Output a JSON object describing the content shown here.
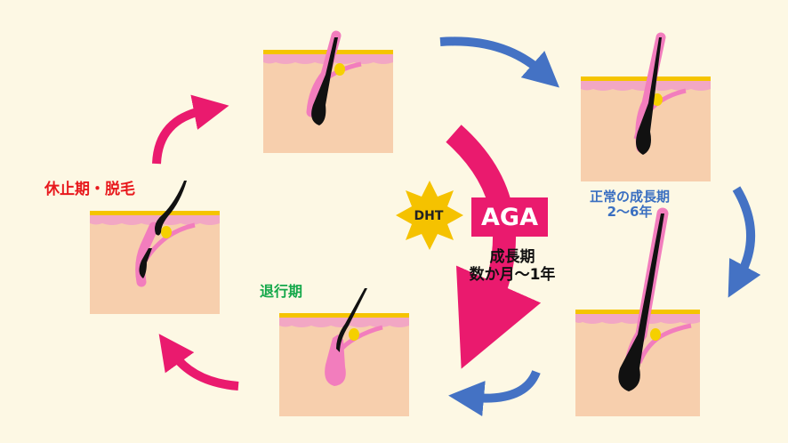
{
  "colors": {
    "background": "#fdf8e4",
    "skin": "#f7cfad",
    "skin_top": "#f2a7c4",
    "surface_line": "#f5c400",
    "gland": "#f5d000",
    "hair": "#111111",
    "follicle": "#f27dbd",
    "arrow_pink": "#ea1a6e",
    "arrow_blue": "#4472c4",
    "label_red": "#e8191d",
    "label_blue": "#3a6fc1",
    "label_green": "#14a84a",
    "dht_star": "#f5c200"
  },
  "labels": {
    "telogen": "休止期・脱毛",
    "anagen_line1": "正常の成長期",
    "anagen_line2": "2〜6年",
    "catagen": "退行期",
    "aga": "AGA",
    "aga_sub_line1": "成長期",
    "aga_sub_line2": "数か月〜1年",
    "dht": "DHT"
  }
}
